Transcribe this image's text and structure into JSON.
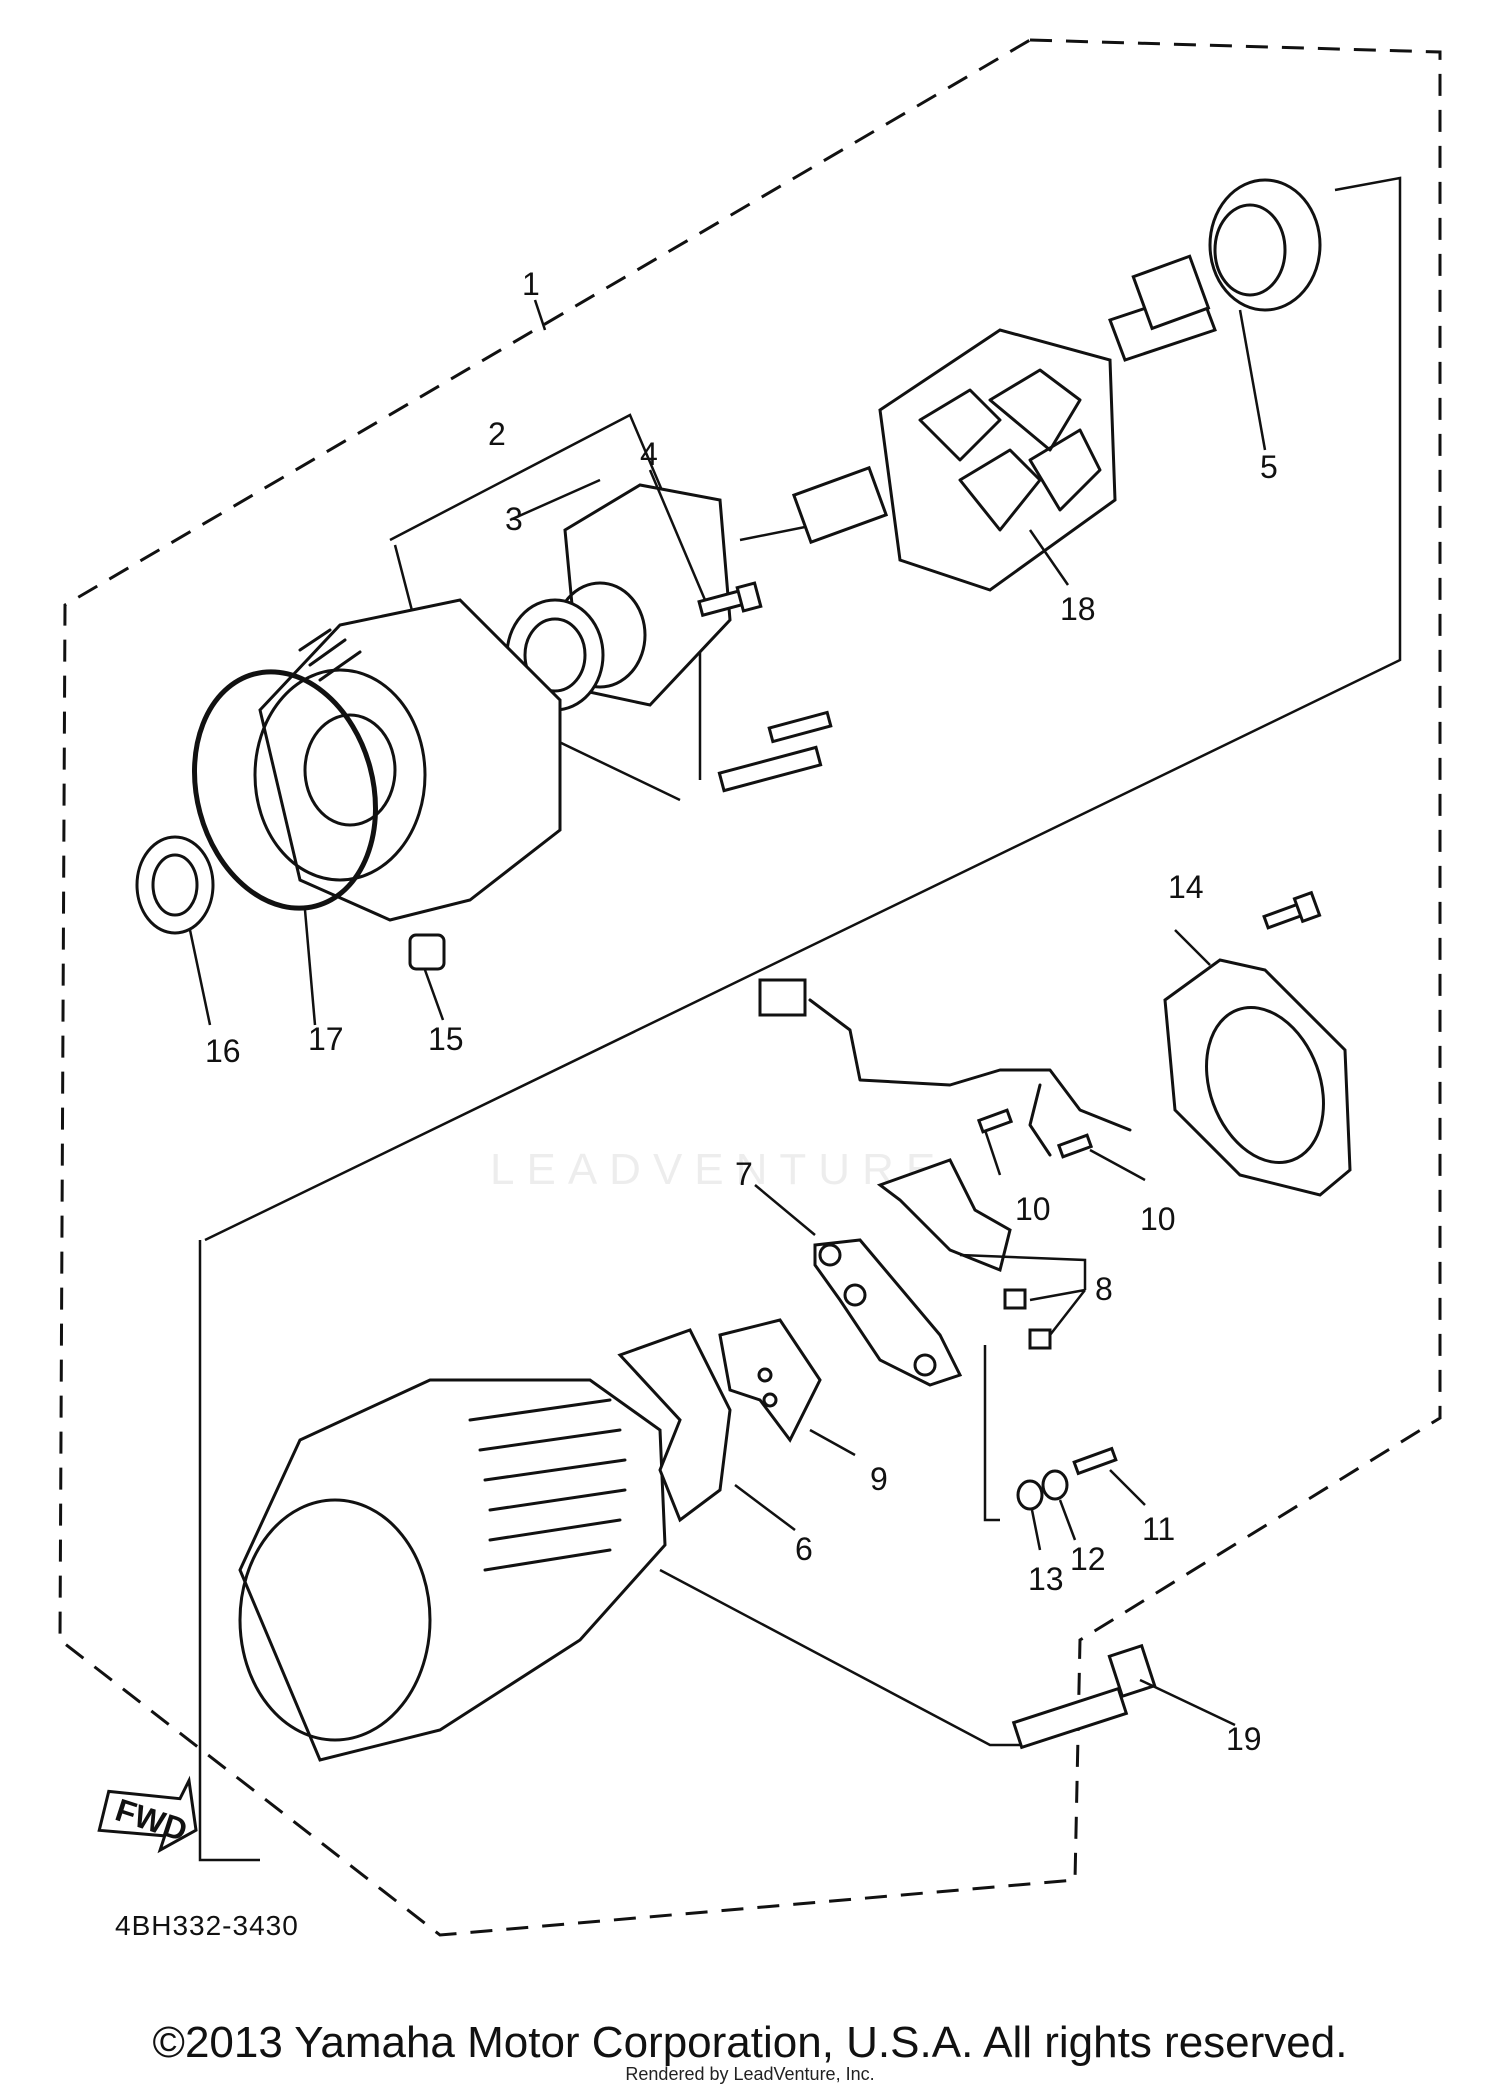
{
  "diagram": {
    "callouts": [
      "1",
      "2",
      "3",
      "4",
      "5",
      "6",
      "7",
      "8",
      "9",
      "10",
      "10",
      "11",
      "12",
      "13",
      "14",
      "15",
      "16",
      "17",
      "18",
      "19"
    ],
    "fwd_label": "FWD",
    "part_code": "4BH332-3430",
    "watermark": "LEADVENTURE"
  },
  "footer": {
    "copyright": "©2013 Yamaha Motor Corporation, U.S.A. All rights reserved.",
    "rendered_by": "Rendered by LeadVenture, Inc."
  }
}
